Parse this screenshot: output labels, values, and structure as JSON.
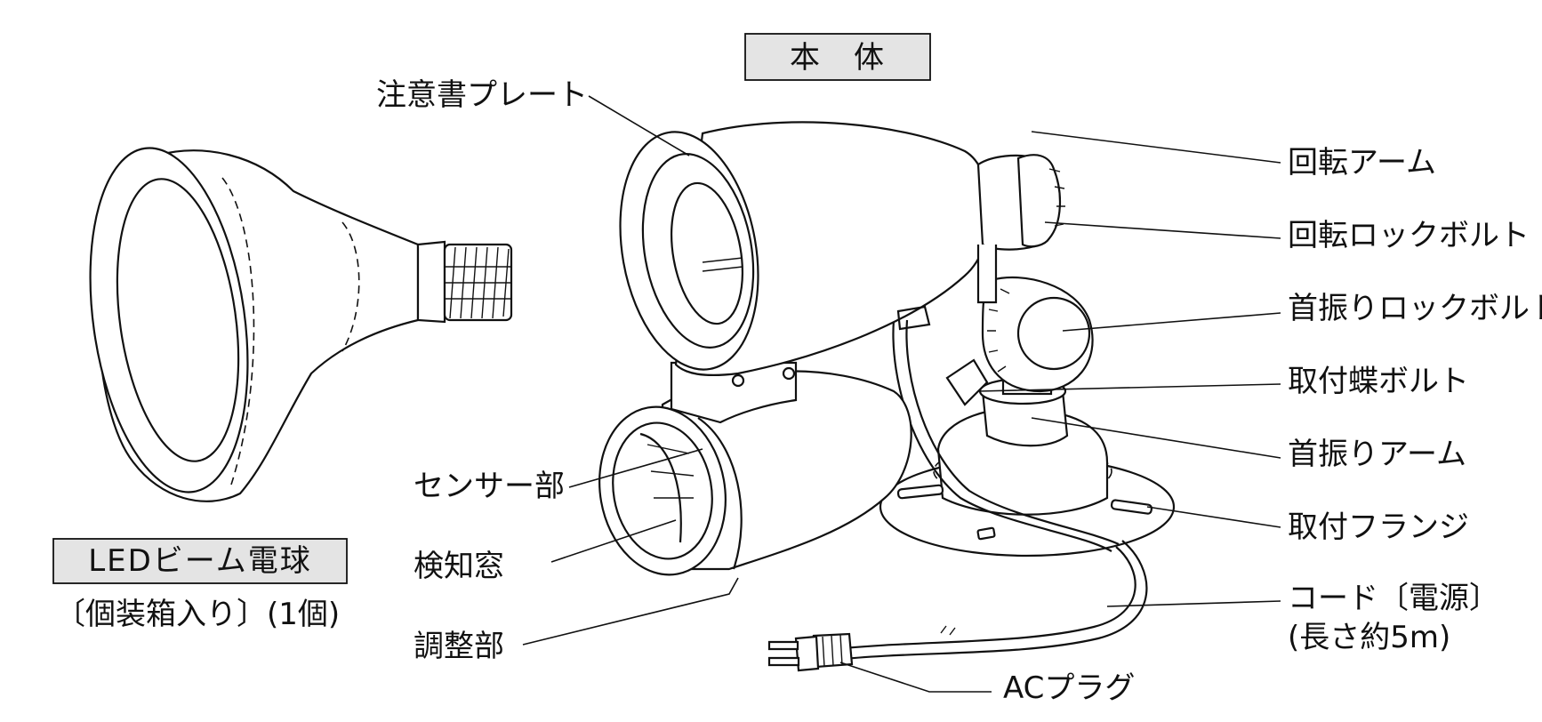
{
  "main_title": "本　体",
  "bulb": {
    "title": "LEDビーム電球",
    "note": "〔個装箱入り〕(1個)"
  },
  "labels": {
    "caution_plate": "注意書プレート",
    "rotation_arm": "回転アーム",
    "rotation_lock_bolt": "回転ロックボルト",
    "swing_lock_bolt": "首振りロックボルト",
    "mount_wing_bolt": "取付蝶ボルト",
    "swing_arm": "首振りアーム",
    "mount_flange": "取付フランジ",
    "cord_line1": "コード〔電源〕",
    "cord_line2": "(長さ約5m)",
    "ac_plug": "ACプラグ",
    "sensor": "センサー部",
    "detection_window": "検知窓",
    "adjuster": "調整部"
  }
}
